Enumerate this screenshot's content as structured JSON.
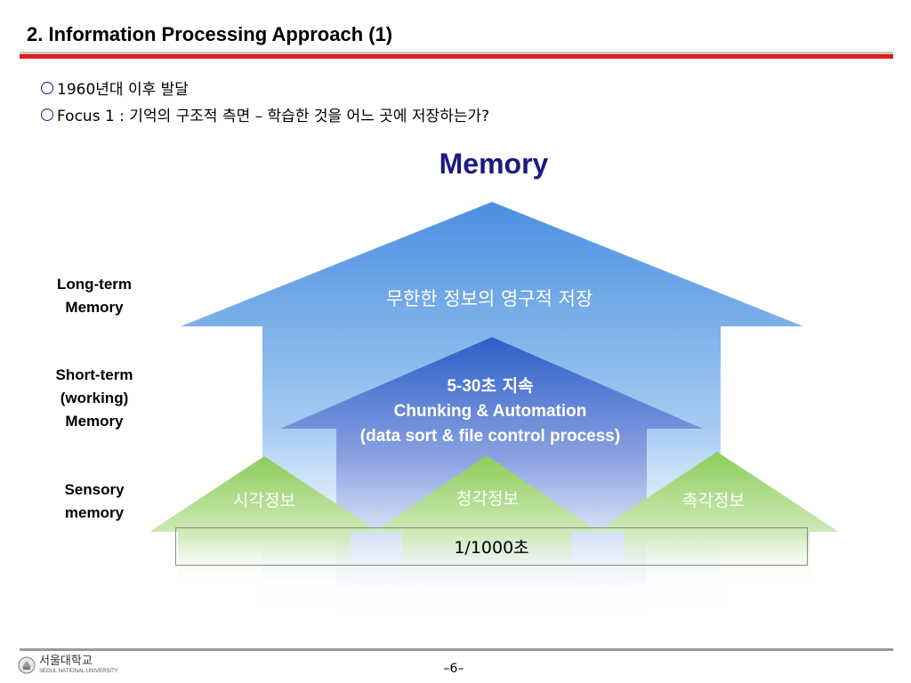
{
  "slide": {
    "title": "2. Information Processing Approach (1)",
    "bullets": [
      "1960년대 이후 발달",
      "Focus 1 : 기억의 구조적 측면 – 학습한 것을 어느 곳에 저장하는가?"
    ],
    "page_number": "–6–"
  },
  "diagram": {
    "heading": "Memory",
    "levels": {
      "long_term": {
        "label_line1": "Long-term",
        "label_line2": "Memory",
        "content": "무한한 정보의 영구적 저장"
      },
      "short_term": {
        "label_line1": "Short-term",
        "label_line2": "(working)",
        "label_line3": "Memory",
        "duration_num": "5-30",
        "duration_unit": "초 지속",
        "content_line2": "Chunking  & Automation",
        "content_line3": "(data sort & file control process)"
      },
      "sensory": {
        "label_line1": "Sensory",
        "label_line2": "memory",
        "channels": [
          "시각정보",
          "청각정보",
          "촉각정보"
        ],
        "duration": "1/1000초"
      }
    },
    "colors": {
      "long_term_top": "#4a8fe0",
      "short_term_top": "#2b5fc8",
      "sensory_top": "#8ccd5a",
      "heading": "#1a1a80",
      "rule_red": "#e31b1b"
    }
  },
  "footer": {
    "logo_ko": "서울대학교",
    "logo_en": "SEOUL NATIONAL UNIVERSITY",
    "logo_icon": "snu-emblem-icon"
  }
}
